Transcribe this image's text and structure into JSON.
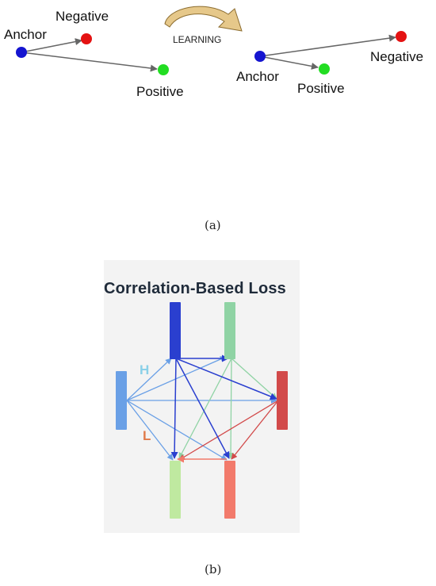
{
  "panel_a": {
    "before": {
      "anchor": "Anchor",
      "negative": "Negative",
      "positive": "Positive"
    },
    "arrow_label": "LEARNING",
    "after": {
      "anchor": "Anchor",
      "negative": "Negative",
      "positive": "Positive"
    },
    "caption": "(a)"
  },
  "panel_b": {
    "title": "Correlation-Based Loss",
    "label_h": "H",
    "label_l": "L",
    "caption": "(b)"
  },
  "colors": {
    "anchor": "#1515d0",
    "negative": "#e41212",
    "positive": "#22dd22",
    "dark_blue": "#2a3fcf",
    "light_blue": "#6aa0e6",
    "light_green": "#8fd3a4",
    "red": "#d24a4a",
    "salmon": "#f27a6b",
    "pale_green": "#bfe9a0",
    "h_label": "#8ad0e8",
    "l_label": "#e07a4a"
  }
}
